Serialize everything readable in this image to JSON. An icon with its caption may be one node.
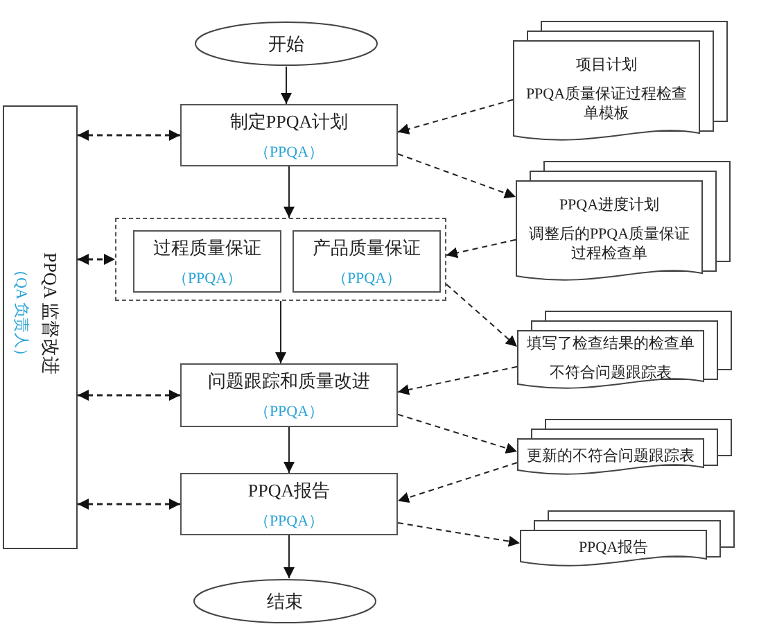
{
  "diagram": {
    "nodes": [
      {
        "text": [
          "开始"
        ]
      },
      {
        "text": [
          "项目计划",
          "PPQA质量保证过程检查单模板"
        ]
      },
      {
        "text": [
          "PPQA 监督改进",
          "（QA 负责人）"
        ]
      },
      {
        "text": [
          "制定PPQA计划",
          "（PPQA）"
        ]
      },
      {
        "text": [
          "PPQA进度计划",
          "调整后的PPQA质量保证过程检查单"
        ]
      },
      {
        "text": [],
        "shape": "box"
      },
      {
        "text": [
          "过程质量保证",
          "（PPQA）"
        ],
        "in": 5
      },
      {
        "text": [
          "产品质量保证",
          "（PPQA）"
        ],
        "in": 5
      },
      {
        "text": [
          "填写了检查结果的检查单",
          "不符合问题跟踪表"
        ]
      },
      {
        "text": [
          "问题跟踪和质量改进",
          "（PPQA）"
        ]
      },
      {
        "text": [
          "更新的不符合问题跟踪表"
        ]
      },
      {
        "text": [
          "PPQA报告",
          "（PPQA）"
        ]
      },
      {
        "text": [
          "PPQA报告"
        ]
      },
      {
        "text": [
          "结束"
        ]
      }
    ],
    "edges": [
      {
        "from": 0,
        "to": 3,
        "arrow": "to"
      },
      {
        "from": 3,
        "to": 5,
        "arrow": "to"
      },
      {
        "from": 5,
        "to": 9,
        "arrow": "to"
      },
      {
        "from": 9,
        "to": 11,
        "arrow": "to"
      },
      {
        "from": 11,
        "to": 13,
        "arrow": "to"
      },
      {
        "from": 2,
        "to": 3,
        "arrow": "both",
        "style": "dashed"
      },
      {
        "from": 2,
        "to": 5,
        "arrow": "both",
        "style": "dashed"
      },
      {
        "from": 2,
        "to": 9,
        "arrow": "both",
        "style": "dashed"
      },
      {
        "from": 2,
        "to": 11,
        "arrow": "both",
        "style": "dashed"
      },
      {
        "from": 1,
        "to": 3,
        "arrow": "to",
        "style": "dashed"
      },
      {
        "from": 3,
        "to": 4,
        "arrow": "to",
        "style": "dashed"
      },
      {
        "from": 4,
        "to": 5,
        "arrow": "to",
        "style": "dashed"
      },
      {
        "from": 5,
        "to": 8,
        "arrow": "to",
        "style": "dashed"
      },
      {
        "from": 8,
        "to": 9,
        "arrow": "to",
        "style": "dashed"
      },
      {
        "from": 9,
        "to": 10,
        "arrow": "to",
        "style": "dashed"
      },
      {
        "from": 10,
        "to": 11,
        "arrow": "to",
        "style": "dashed"
      },
      {
        "from": 11,
        "to": 12,
        "arrow": "to",
        "style": "dashed"
      }
    ]
  }
}
